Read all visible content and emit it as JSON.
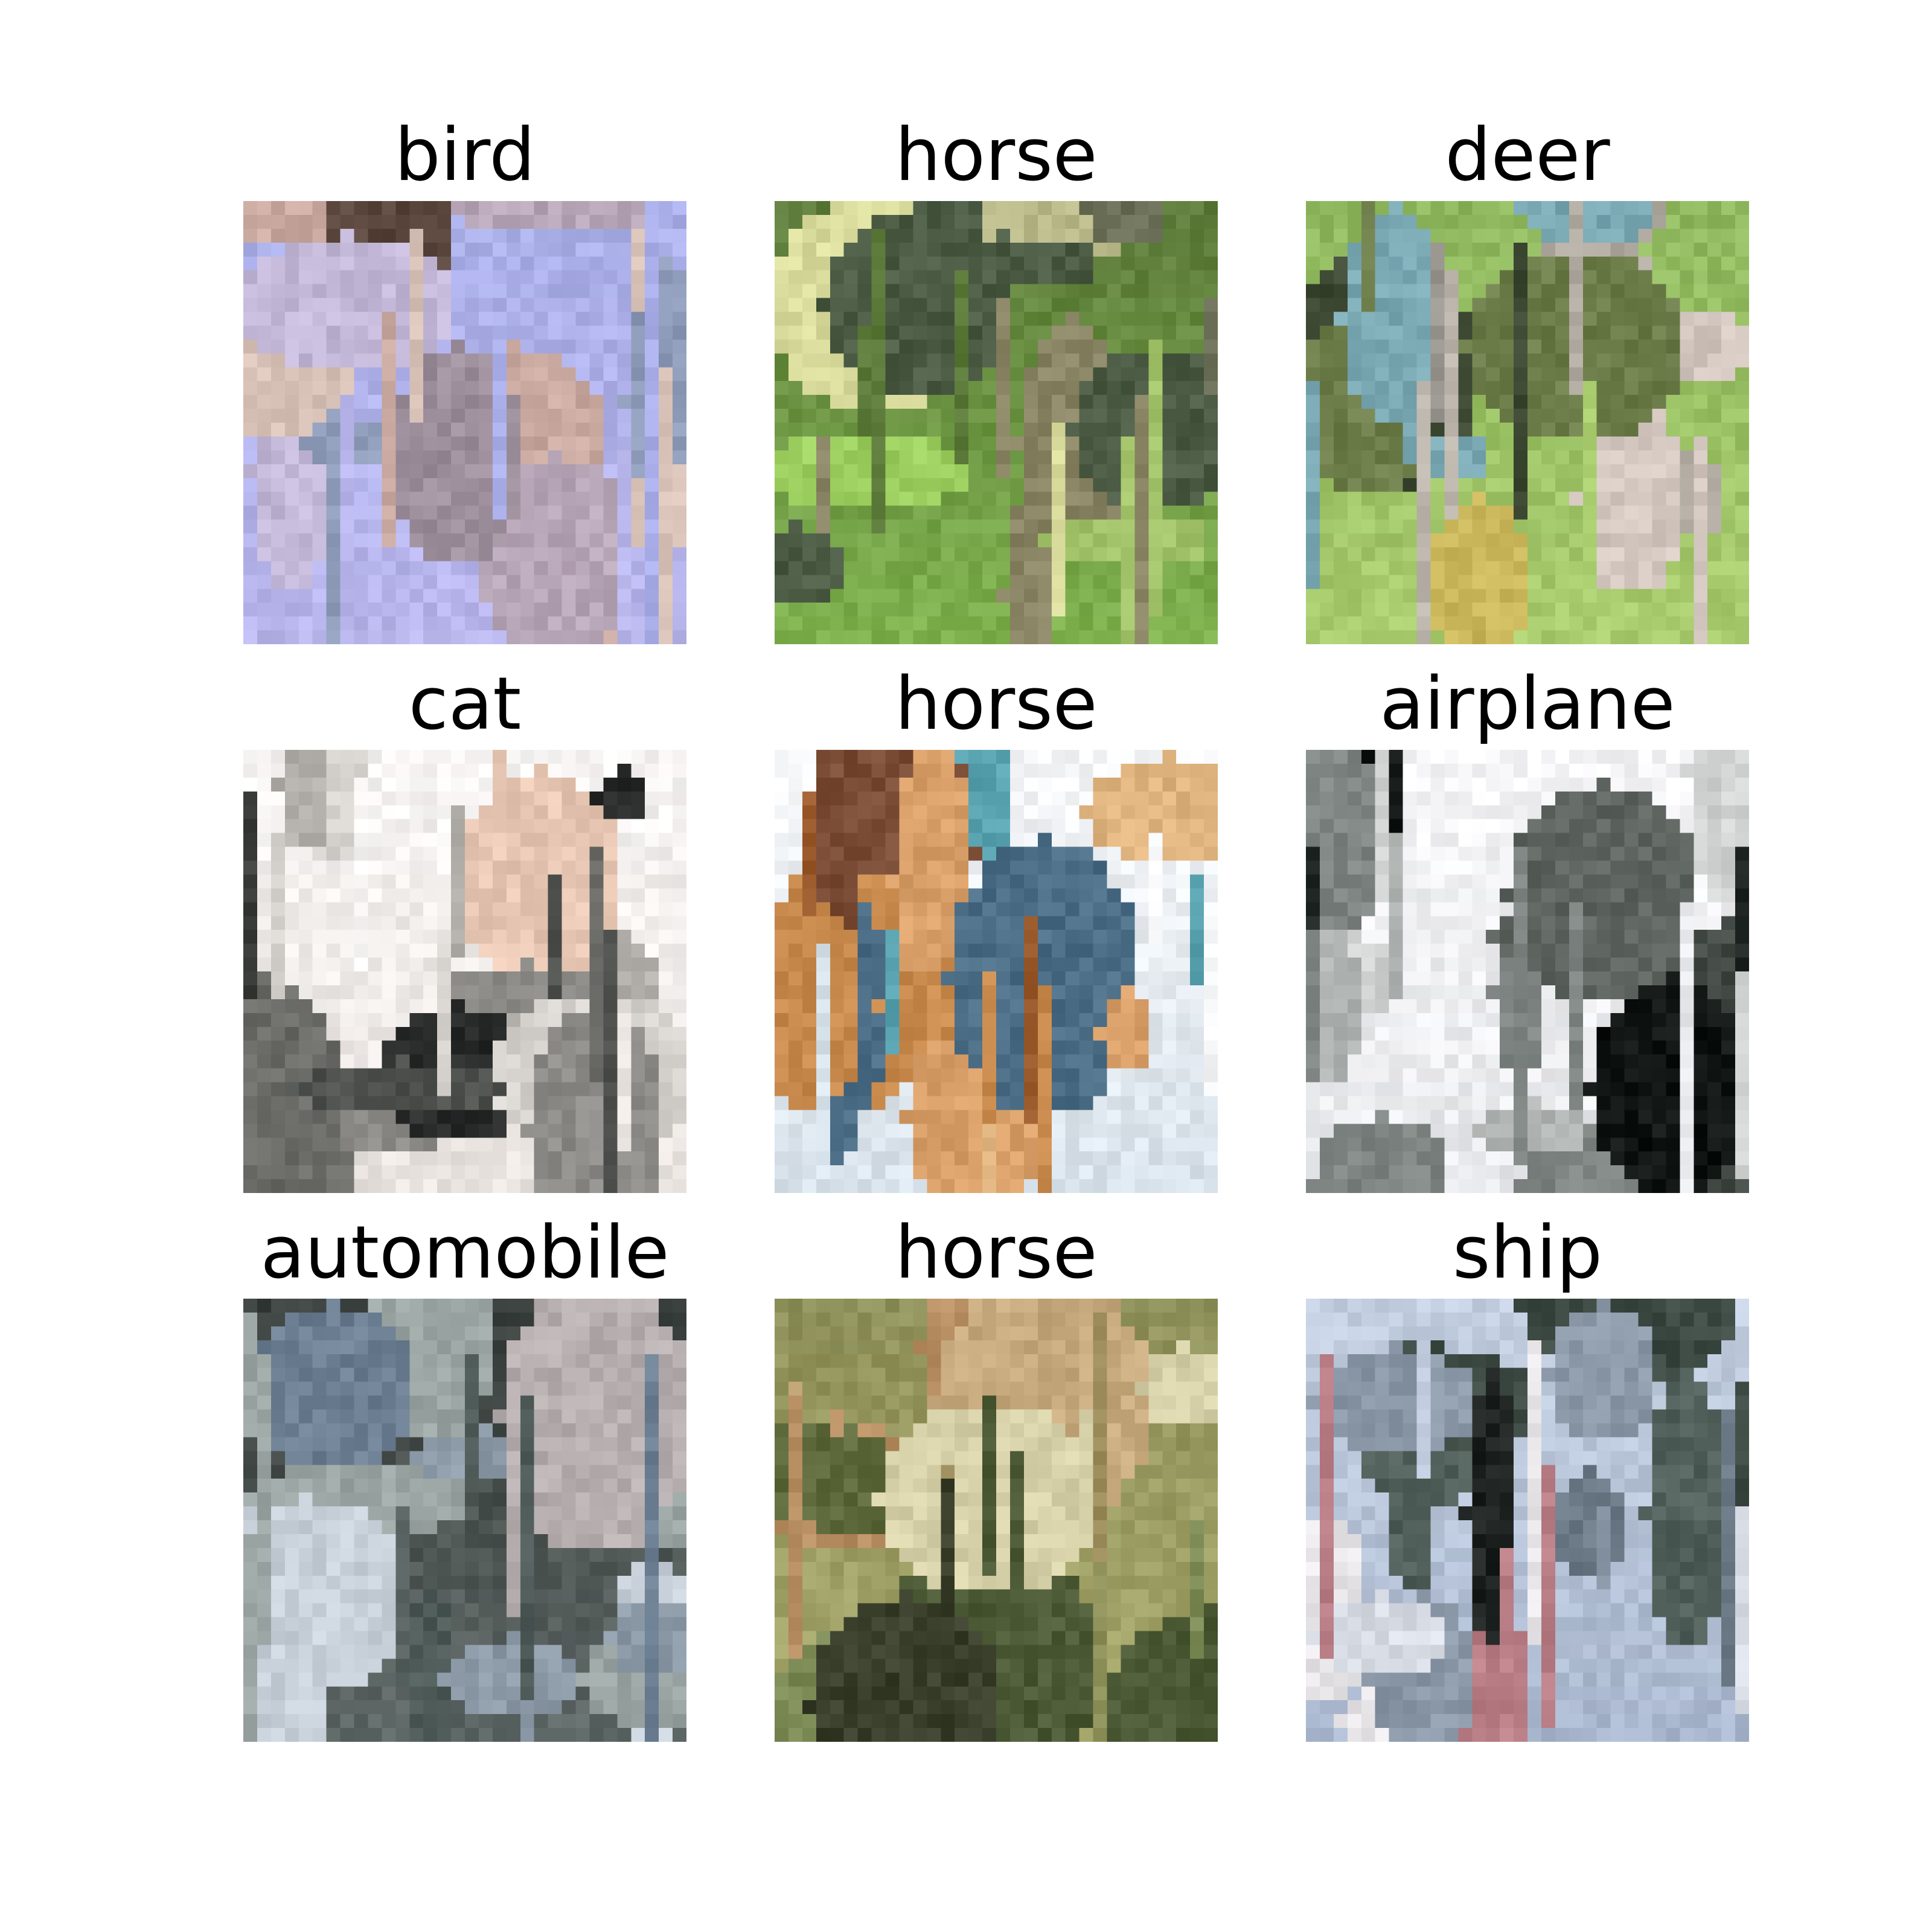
{
  "figure": {
    "background": "#ffffff",
    "text_color": "#000000",
    "tiles": [
      {
        "label": "bird",
        "palette": [
          "#a9aee8",
          "#b9b6ec",
          "#c3b8d8",
          "#b7a6b7",
          "#9e8f9d",
          "#7c6659",
          "#5a463c",
          "#d9c2b8",
          "#8d9ab8",
          "#c9a9a0"
        ]
      },
      {
        "label": "horse",
        "palette": [
          "#5c7a3a",
          "#7fb24e",
          "#9ccf5f",
          "#3e4a2e",
          "#8a8564",
          "#b9b98a",
          "#4b5b44",
          "#d9dc9c",
          "#6c6f57",
          "#a4c46c"
        ]
      },
      {
        "label": "deer",
        "palette": [
          "#8fb85e",
          "#a9cc6e",
          "#b0aaa0",
          "#9a9690",
          "#6d7d4a",
          "#3e4a34",
          "#d3c7c0",
          "#c9b65a",
          "#7aa8b3",
          "#bcb6ac"
        ]
      },
      {
        "label": "cat",
        "palette": [
          "#f7f5f4",
          "#e9e3df",
          "#3b3d3a",
          "#6b6b68",
          "#8d8c88",
          "#2a2c2b",
          "#b3b0ab",
          "#e8c8b4",
          "#4f524f",
          "#d7d4cf"
        ]
      },
      {
        "label": "horse",
        "palette": [
          "#f7f8fa",
          "#d8e2ea",
          "#59a3b0",
          "#4b6d86",
          "#b7502f",
          "#c98a4e",
          "#9b5a2c",
          "#d9a06a",
          "#7a4c35",
          "#e0b47e"
        ]
      },
      {
        "label": "airplane",
        "palette": [
          "#f6f6f8",
          "#e8e9ec",
          "#101412",
          "#1f2522",
          "#2c3430",
          "#7f8582",
          "#aeb2b0",
          "#444b47",
          "#d0d3d1",
          "#5e6561"
        ]
      },
      {
        "label": "automobile",
        "palette": [
          "#3a403d",
          "#5e6866",
          "#8d9aa8",
          "#c8d0da",
          "#2b302e",
          "#9ba6a4",
          "#6d7f92",
          "#e7e9ee",
          "#4e5a58",
          "#b7aeb0"
        ]
      },
      {
        "label": "horse",
        "palette": [
          "#8f915a",
          "#a7a86b",
          "#5e6a3c",
          "#3a3f2c",
          "#c7a97e",
          "#b78d62",
          "#7c8a56",
          "#d6d1a8",
          "#4c5a35",
          "#9d8c5c"
        ]
      },
      {
        "label": "ship",
        "palette": [
          "#c3cfe0",
          "#aab8cf",
          "#d9dde6",
          "#6c7a88",
          "#1f2422",
          "#3d4a44",
          "#e9e7ea",
          "#8b98a8",
          "#b97e86",
          "#52605b"
        ]
      }
    ]
  }
}
